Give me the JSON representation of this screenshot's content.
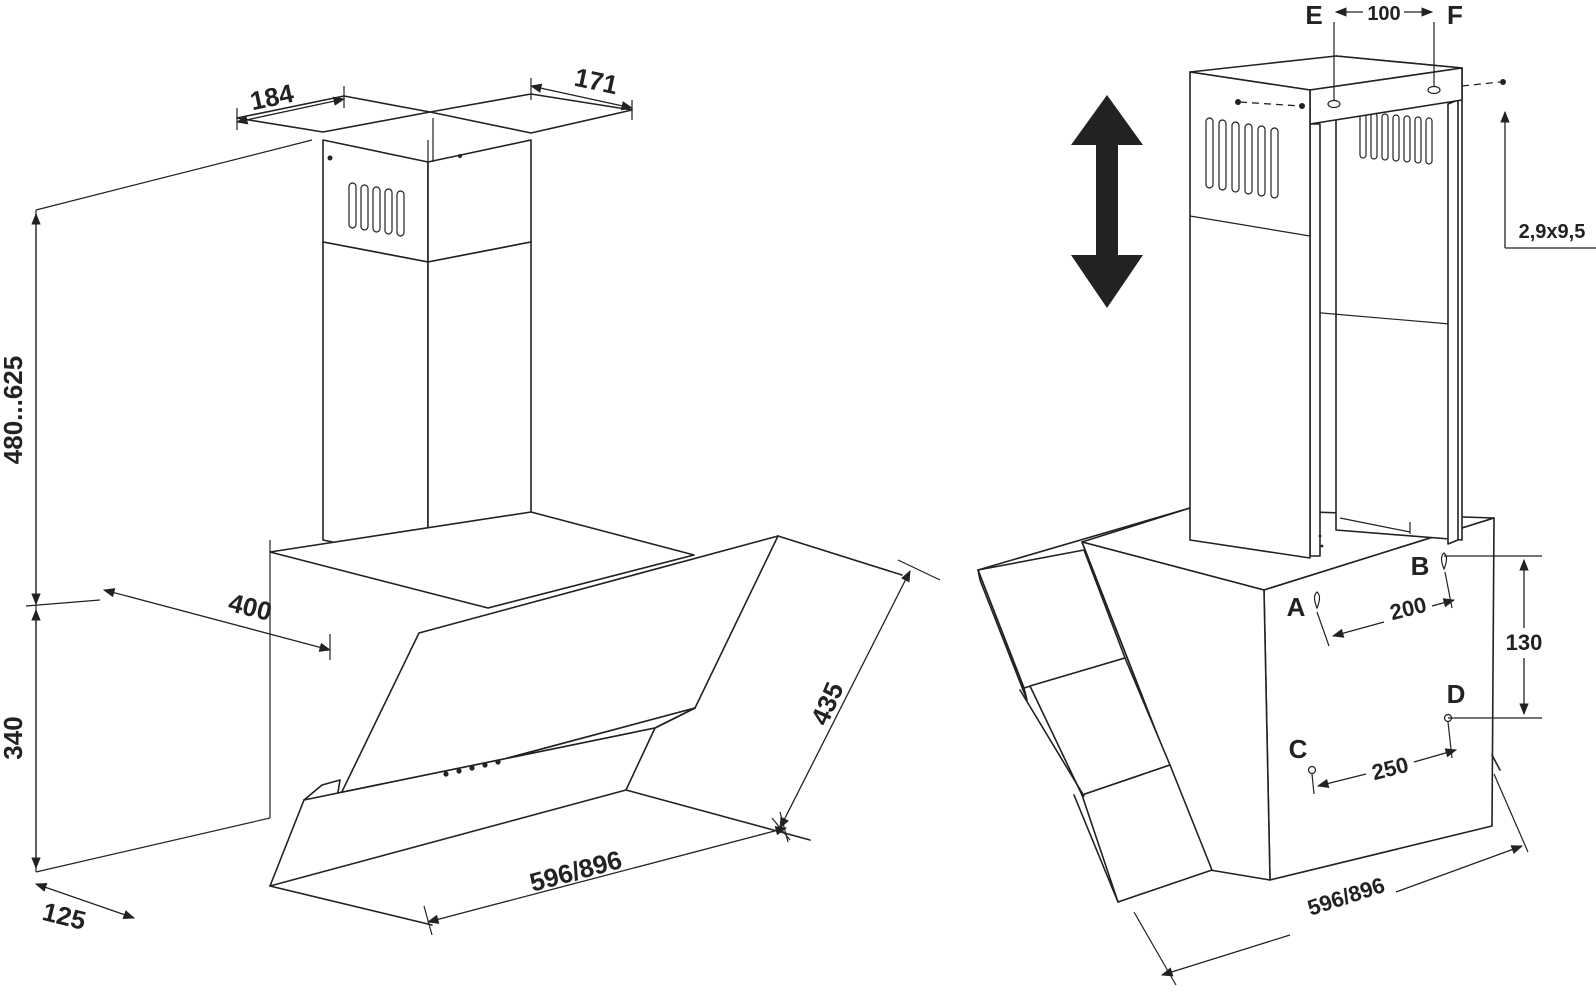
{
  "left_view": {
    "dims": {
      "chimney_depth": "184",
      "chimney_width": "171",
      "height_range": "480...625",
      "body_height": "340",
      "mount_width": "400",
      "hood_depth": "435",
      "hood_width": "596/896",
      "wall_offset": "125"
    }
  },
  "right_view": {
    "dims": {
      "bracket_spacing": "100",
      "screw_size": "2,9x9,5",
      "holes_ab_spacing": "200",
      "holes_cd_spacing": "250",
      "vertical_spacing": "130",
      "hood_width": "596/896"
    },
    "labels": {
      "e": "E",
      "f": "F",
      "a": "A",
      "b": "B",
      "c": "C",
      "d": "D"
    }
  },
  "icons": {
    "adjust_arrow": "double-arrow-vertical-icon"
  },
  "colors": {
    "line": "#222222",
    "background": "#ffffff"
  }
}
